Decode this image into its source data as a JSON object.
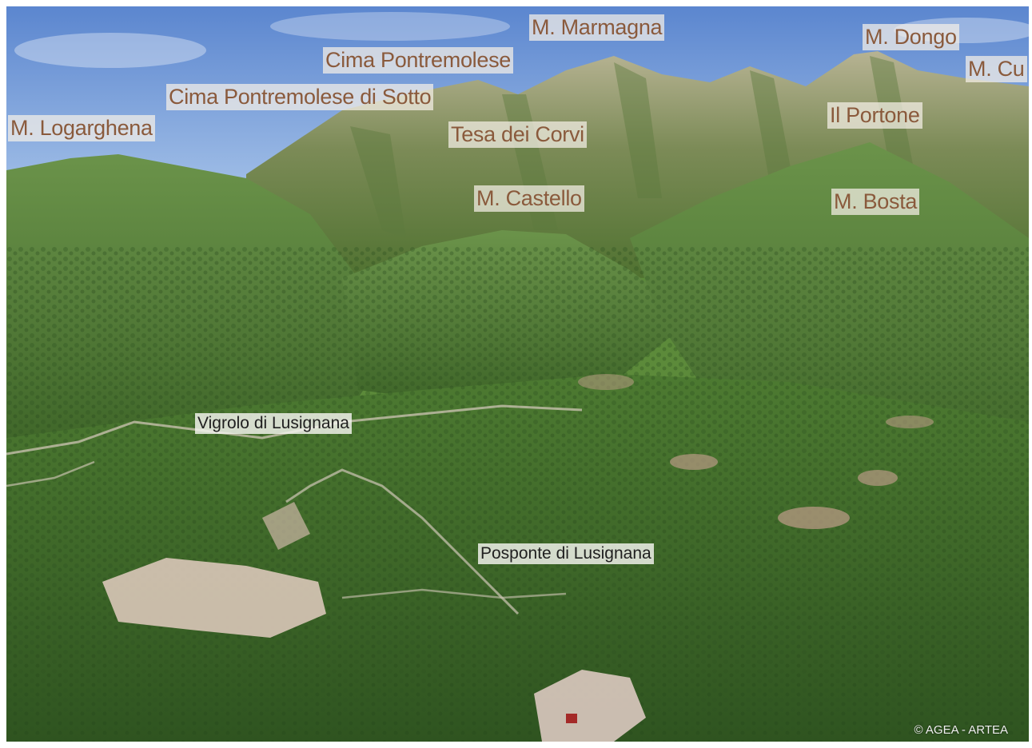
{
  "map": {
    "peaks": [
      {
        "id": "m-marmagna",
        "label": "M. Marmagna"
      },
      {
        "id": "m-dongo",
        "label": "M. Dongo"
      },
      {
        "id": "m-cu",
        "label": "M. Cu"
      },
      {
        "id": "cima-pontremolese",
        "label": "Cima Pontremolese"
      },
      {
        "id": "cima-pontremolese-di-sotto",
        "label": "Cima Pontremolese di Sotto"
      },
      {
        "id": "m-logarghena",
        "label": "M. Logarghena"
      },
      {
        "id": "tesa-dei-corvi",
        "label": "Tesa dei Corvi"
      },
      {
        "id": "il-portone",
        "label": "Il Portone"
      },
      {
        "id": "m-castello",
        "label": "M. Castello"
      },
      {
        "id": "m-bosta",
        "label": "M. Bosta"
      }
    ],
    "villages": [
      {
        "id": "vigrolo-di-lusignana",
        "label": "Vigrolo di Lusignana"
      },
      {
        "id": "posponte-di-lusignana",
        "label": "Posponte di Lusignana"
      }
    ],
    "attribution": "© AGEA - ARTEA",
    "colors": {
      "sky": "#6f9bd8",
      "ridge": "#8a9a6a",
      "forest": "#3f6b2a",
      "valley": "#5f8d3c",
      "village": "#d9c6b8",
      "peak_label_text": "#8a5a3c"
    }
  }
}
